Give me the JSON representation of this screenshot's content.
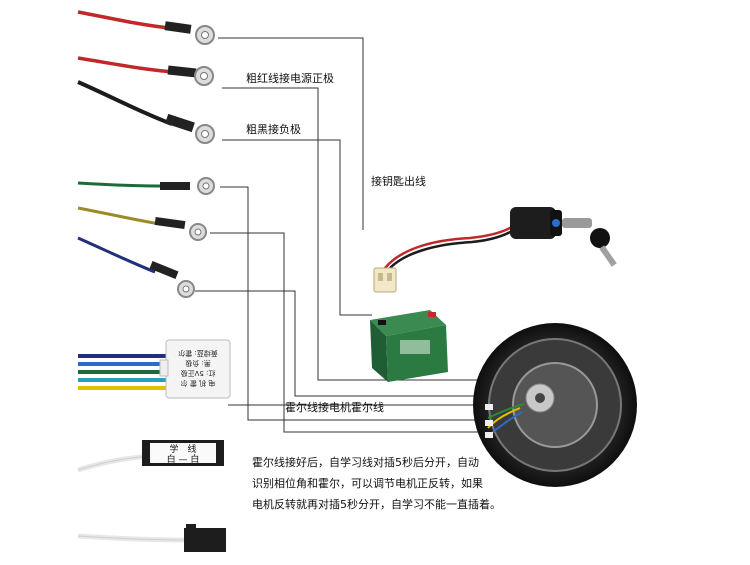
{
  "labels": {
    "thick_red": "粗红线接电源正极",
    "thick_black": "粗黑接负极",
    "key_switch": "接钥匙出线",
    "hall": "霍尔线接电机霍尔线"
  },
  "note_lines": [
    "霍尔线接好后，自学习线对插5秒后分开，自动",
    "识别相位角和霍尔，可以调节电机正反转，如果",
    "电机反转就再对插5秒分开，自学习不能一直插着。"
  ],
  "connector_label": {
    "line1": "电 机 霍 尔",
    "line2": "红: 5V正极",
    "line3": "黑: 负极",
    "line4": "黄绿蓝: 霍尔"
  },
  "learn_plug": {
    "top": "学　线",
    "bottom": "白 — 白"
  },
  "colors": {
    "red_wire": "#c0282a",
    "black_wire": "#1c1c1c",
    "green_wire": "#1e6b3a",
    "yellow_wire": "#9a8a2a",
    "blue_wire": "#1f2f7a",
    "battery_green": "#2a7a42",
    "leader_line": "#333333"
  },
  "icons": [
    "ring-terminal-icon",
    "key-switch-icon",
    "battery-icon",
    "hub-motor-icon",
    "hall-connector-icon",
    "learn-plug-icon"
  ]
}
